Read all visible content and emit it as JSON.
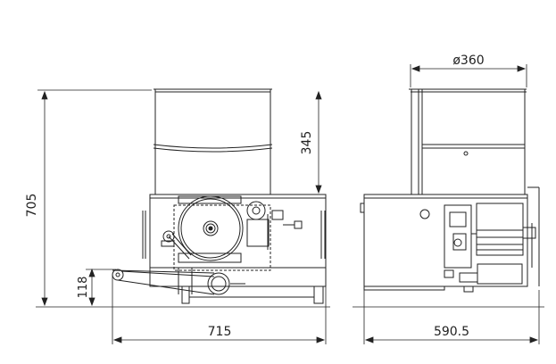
{
  "drawing": {
    "dimensions": {
      "total_height": "705",
      "drum_height": "345",
      "belt_height": "118",
      "front_width": "715",
      "side_width": "590.5",
      "drum_diameter": "ø360"
    }
  }
}
